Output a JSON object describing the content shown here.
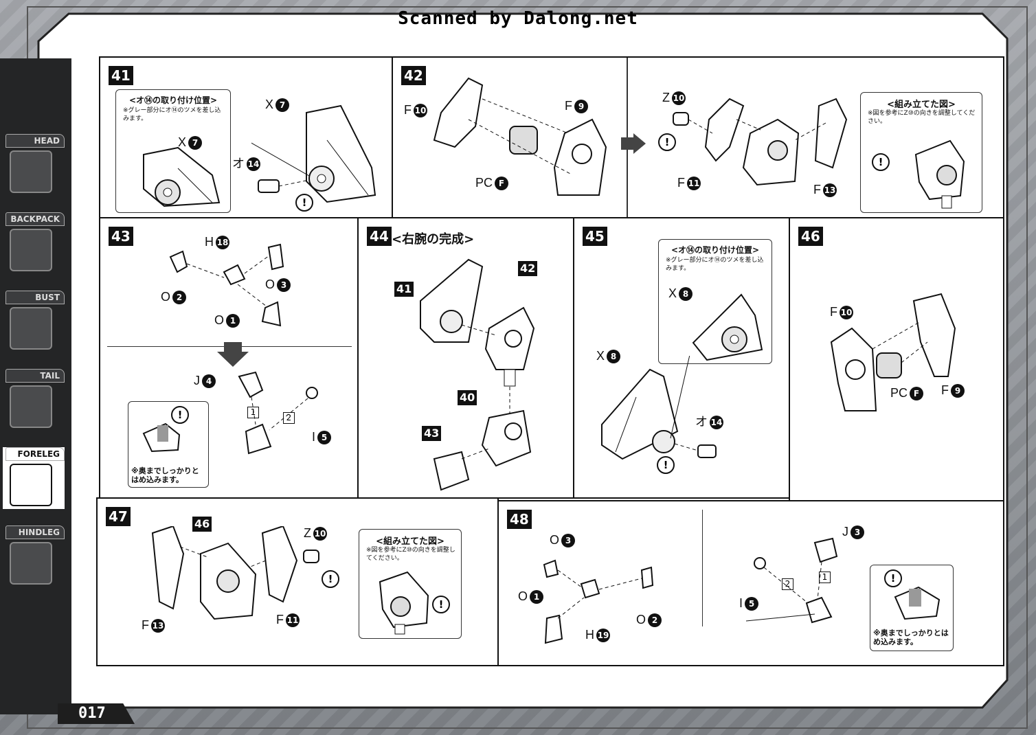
{
  "watermark": "Scanned by Dalong.net",
  "page_number": "017",
  "sidebar": {
    "tabs": [
      {
        "label": "HEAD",
        "icon": "head-thumb-icon"
      },
      {
        "label": "BACKPACK",
        "icon": "backpack-thumb-icon"
      },
      {
        "label": "BUST",
        "icon": "bust-thumb-icon"
      },
      {
        "label": "TAIL",
        "icon": "tail-thumb-icon"
      },
      {
        "label": "FORELEG",
        "icon": "foreleg-thumb-icon",
        "active": true
      },
      {
        "label": "HINDLEG",
        "icon": "hindleg-thumb-icon"
      }
    ]
  },
  "steps": {
    "s41": {
      "number": "41",
      "note_title": "<オ⑭の取り付け位置>",
      "note_body": "※グレー部分にオ⑭のツメを差し込みます。",
      "parts": {
        "x7a": "X",
        "x7a_n": "7",
        "x7b": "X",
        "x7b_n": "7",
        "o14": "オ",
        "o14_n": "14"
      }
    },
    "s42": {
      "number": "42",
      "parts": {
        "f10": "F",
        "f10_n": "10",
        "f9": "F",
        "f9_n": "9",
        "pcf": "PC",
        "pcf_n": "F",
        "z10": "Z",
        "z10_n": "10",
        "f11": "F",
        "f11_n": "11",
        "f13": "F",
        "f13_n": "13"
      },
      "note_title": "<組み立てた図>",
      "note_body": "※図を参考にZ⑩の向きを調整してください。"
    },
    "s43": {
      "number": "43",
      "parts": {
        "h18": "H",
        "h18_n": "18",
        "o2": "O",
        "o2_n": "2",
        "o3": "O",
        "o3_n": "3",
        "o1": "O",
        "o1_n": "1",
        "j4": "J",
        "j4_n": "4",
        "i5": "I",
        "i5_n": "5"
      },
      "sub1": "1",
      "sub2": "2",
      "tip": "※奥までしっかりとはめ込みます。"
    },
    "s44": {
      "number": "44",
      "title": "<右腕の完成>",
      "refs": {
        "r41": "41",
        "r42": "42",
        "r40": "40",
        "r43": "43"
      }
    },
    "s45": {
      "number": "45",
      "note_title": "<オ⑭の取り付け位置>",
      "note_body": "※グレー部分にオ⑭のツメを差し込みます。",
      "parts": {
        "x8a": "X",
        "x8a_n": "8",
        "x8b": "X",
        "x8b_n": "8",
        "o14": "オ",
        "o14_n": "14"
      }
    },
    "s46": {
      "number": "46",
      "parts": {
        "f10": "F",
        "f10_n": "10",
        "pcf": "PC",
        "pcf_n": "F",
        "f9": "F",
        "f9_n": "9"
      }
    },
    "s47": {
      "number": "47",
      "parts": {
        "z10": "Z",
        "z10_n": "10",
        "f13": "F",
        "f13_n": "13",
        "f11": "F",
        "f11_n": "11"
      },
      "ref46": "46",
      "note_title": "<組み立てた図>",
      "note_body": "※図を参考にZ⑩の向きを調整してください。"
    },
    "s48": {
      "number": "48",
      "parts": {
        "o3": "O",
        "o3_n": "3",
        "o1": "O",
        "o1_n": "1",
        "o2": "O",
        "o2_n": "2",
        "h19": "H",
        "h19_n": "19",
        "j3": "J",
        "j3_n": "3",
        "i5": "I",
        "i5_n": "5"
      },
      "sub1": "1",
      "sub2": "2",
      "tip": "※奥までしっかりとはめ込みます。"
    }
  },
  "warning_glyph": "!"
}
